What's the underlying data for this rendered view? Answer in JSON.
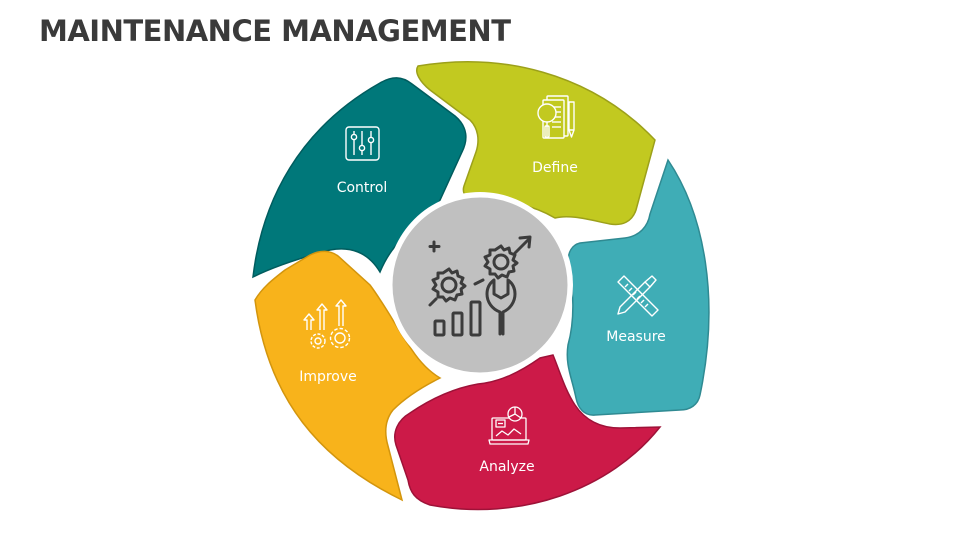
{
  "title": "MAINTENANCE MANAGEMENT",
  "center": {
    "icon": "maintenance-gears-wrench-chart-icon",
    "color": "#c0c0c0"
  },
  "segments": [
    {
      "label": "Define",
      "icon": "document-magnifier-pencil-icon",
      "color": "#c2c920",
      "stroke": "#9ca01a"
    },
    {
      "label": "Measure",
      "icon": "ruler-pencil-icon",
      "color": "#3fadb6",
      "stroke": "#2f8a92"
    },
    {
      "label": "Analyze",
      "icon": "laptop-chart-icon",
      "color": "#cc1a48",
      "stroke": "#9e1238"
    },
    {
      "label": "Improve",
      "icon": "gears-arrows-up-icon",
      "color": "#f8b31b",
      "stroke": "#d3950d"
    },
    {
      "label": "Control",
      "icon": "sliders-icon",
      "color": "#00787a",
      "stroke": "#005c5e"
    }
  ]
}
